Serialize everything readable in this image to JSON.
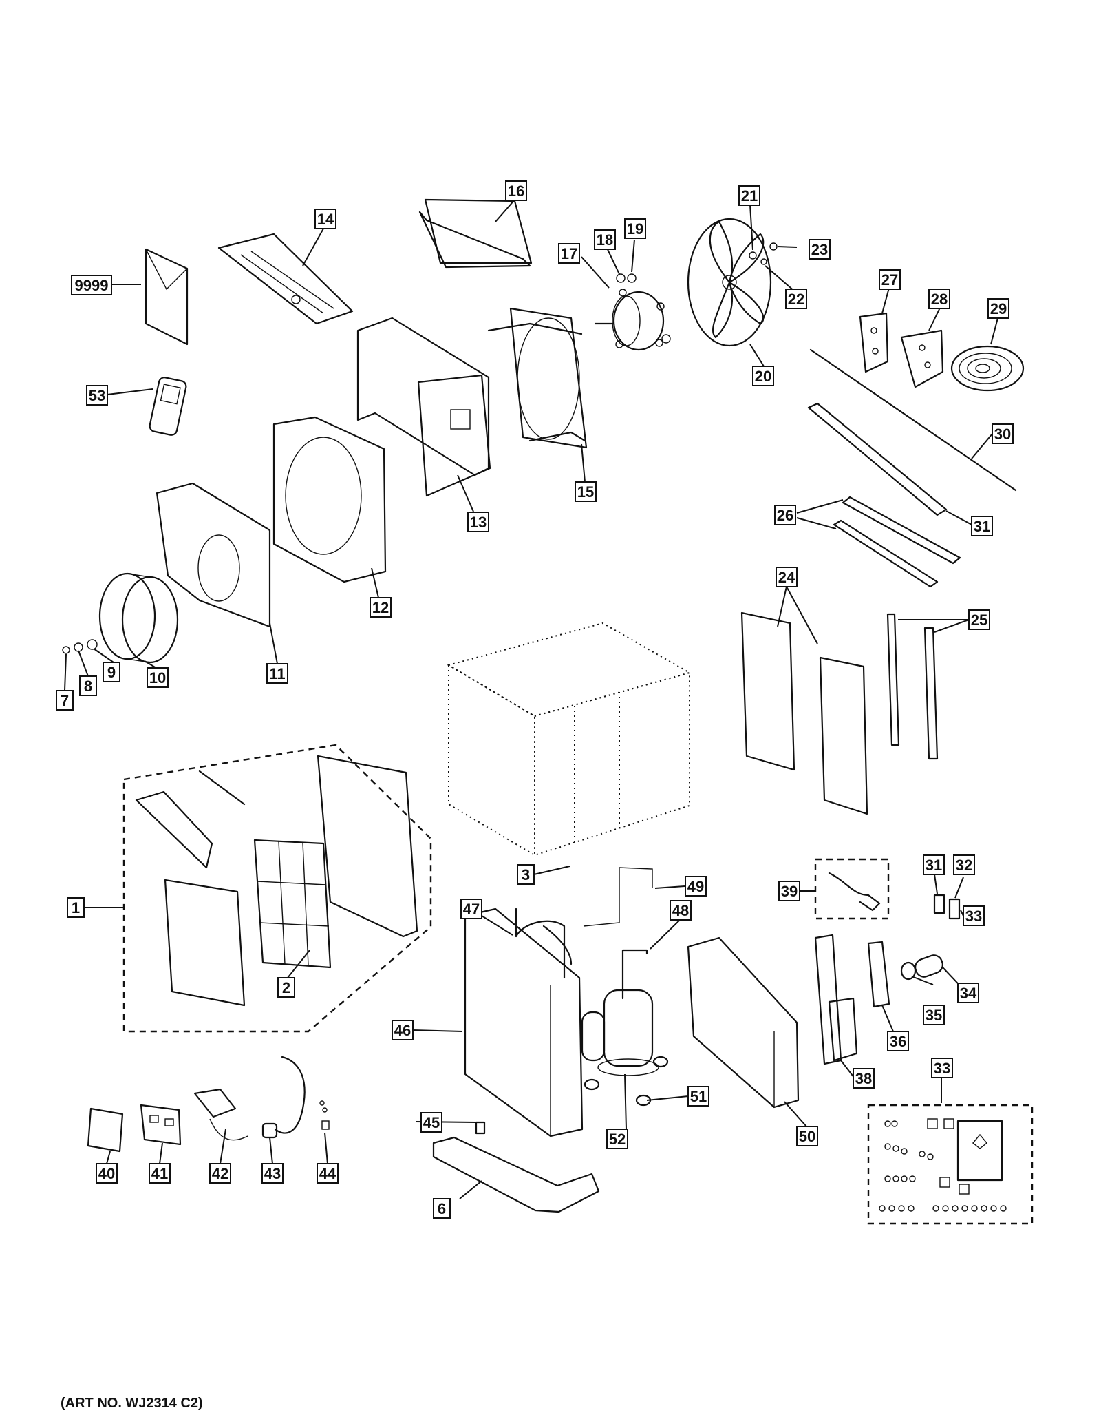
{
  "diagram": {
    "callouts": [
      "1",
      "2",
      "3",
      "6",
      "7",
      "8",
      "9",
      "10",
      "11",
      "12",
      "13",
      "14",
      "15",
      "16",
      "17",
      "18",
      "19",
      "20",
      "21",
      "22",
      "23",
      "24",
      "25",
      "26",
      "27",
      "28",
      "29",
      "30",
      "31",
      "31",
      "32",
      "33",
      "33",
      "34",
      "35",
      "36",
      "38",
      "39",
      "40",
      "41",
      "42",
      "43",
      "44",
      "45",
      "46",
      "47",
      "48",
      "49",
      "50",
      "51",
      "52",
      "53",
      "9999"
    ],
    "art_number": "(ART NO. WJ2314 C2)"
  }
}
